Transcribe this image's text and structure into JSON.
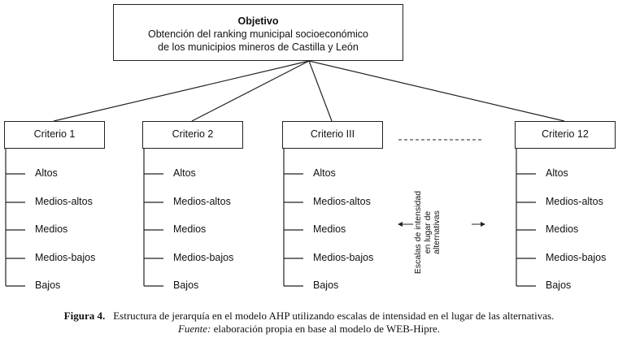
{
  "goal": {
    "title": "Objetivo",
    "line1": "Obtención del ranking municipal socioeconómico",
    "line2": "de los municipios mineros de Castilla y León"
  },
  "criteria": [
    "Criterio 1",
    "Criterio 2",
    "Criterio III",
    "Criterio 12"
  ],
  "levels": [
    "Altos",
    "Medios-altos",
    "Medios",
    "Medios-bajos",
    "Bajos"
  ],
  "side_note": {
    "line1": "Escalas de intensidad",
    "line2": "en lugar de",
    "line3": "alternativas"
  },
  "caption": {
    "label": "Figura 4.",
    "text": "Estructura de jerarquía en el modelo AHP utilizando escalas de intensidad en el lugar de las alternativas.",
    "source_label": "Fuente:",
    "source_text": " elaboración propia en base al modelo de WEB-Hipre."
  }
}
